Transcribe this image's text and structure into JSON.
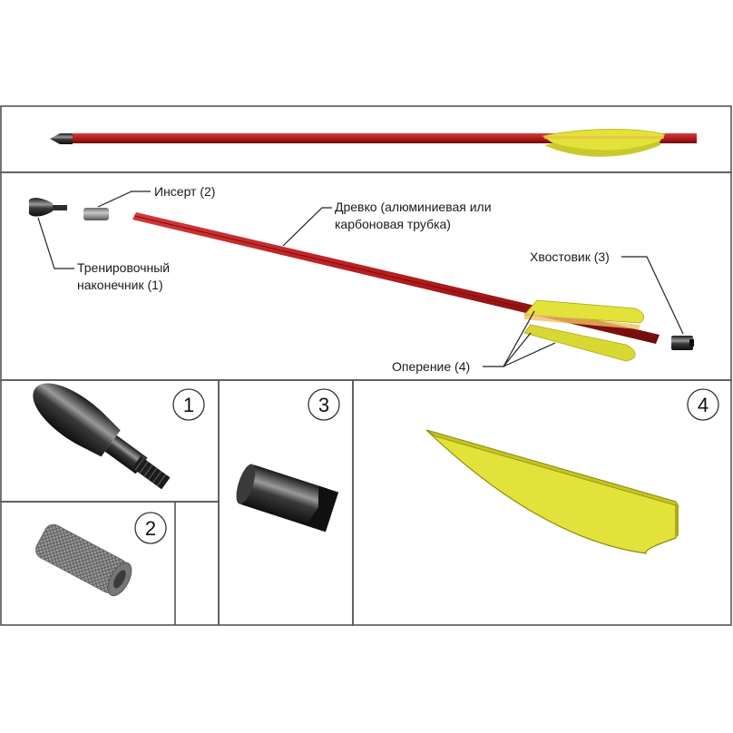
{
  "colors": {
    "shaft": "#b51c1c",
    "shaft_dark": "#7a0c0c",
    "fletching": "#e2e23a",
    "fletching_dark": "#a9a91a",
    "metal": "#2a2a2a",
    "insert": "#8c8c8c",
    "frame": "#555555"
  },
  "labels": {
    "insert": "Инсерт (2)",
    "shaft_line1": "Древко (алюминиевая или",
    "shaft_line2": "карбоновая трубка)",
    "tip_line1": "Тренировочный",
    "tip_line2": "наконечник (1)",
    "nock": "Хвостовик (3)",
    "fletching": "Оперение (4)"
  },
  "panels": {
    "p1": "1",
    "p2": "2",
    "p3": "3",
    "p4": "4"
  },
  "icons": {
    "tip": "training-tip-icon",
    "insert": "insert-icon",
    "nock": "nock-icon",
    "fletching": "fletching-vane-icon"
  }
}
